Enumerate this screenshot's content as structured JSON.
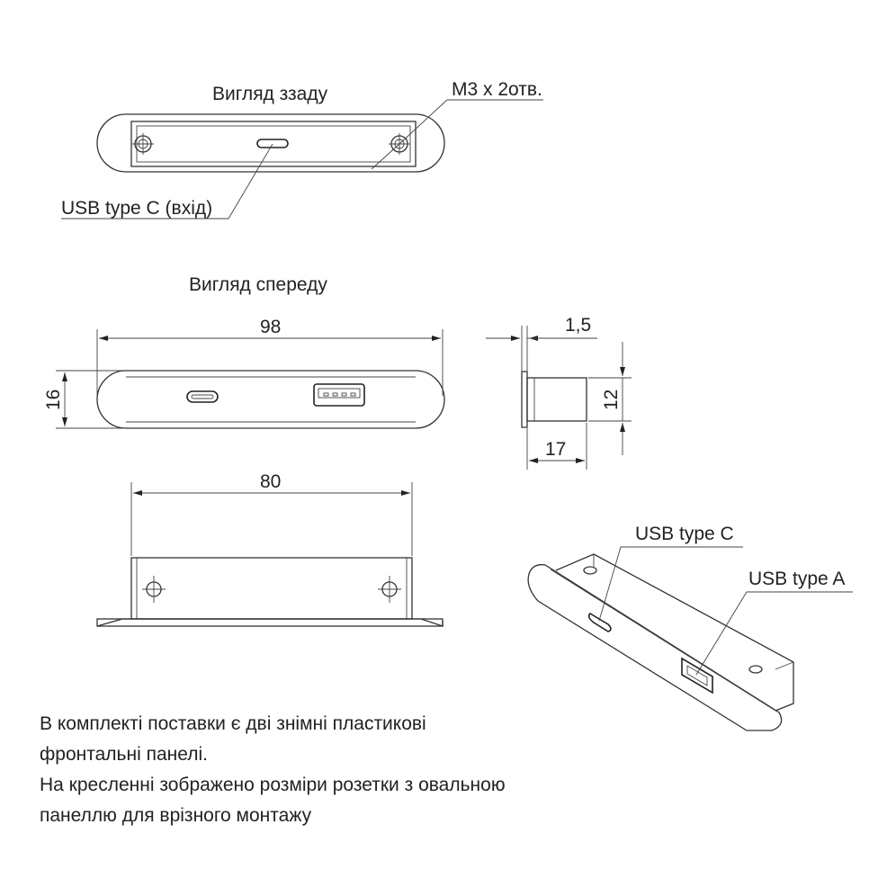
{
  "labels": {
    "rear_view": "Вигляд ззаду",
    "front_view": "Вигляд спереду",
    "mounting_holes": "M3 x 2отв.",
    "usb_c_input": "USB type C (вхід)",
    "usb_type_c": "USB type C",
    "usb_type_a": "USB type A"
  },
  "dimensions": {
    "width_panel": "98",
    "height_panel": "16",
    "width_body": "80",
    "panel_thickness": "1,5",
    "body_height": "12",
    "body_depth": "17"
  },
  "notes": [
    "В комплекті поставки є дві знімні пластикові",
    "фронтальні панелі.",
    "На кресленні зображено розміри розетки з овальною",
    "панеллю для врізного монтажу"
  ]
}
